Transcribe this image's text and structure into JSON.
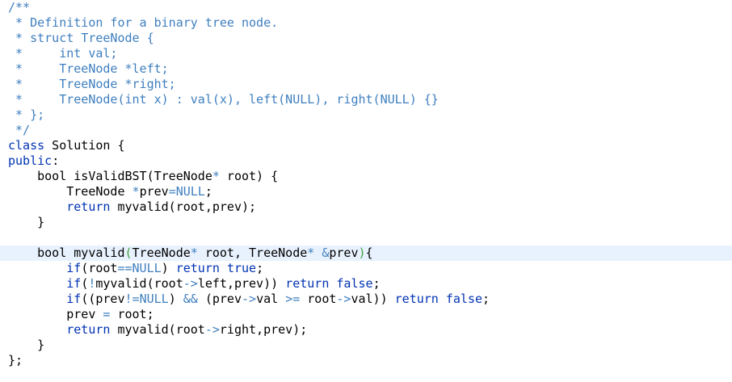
{
  "editor": {
    "colors": {
      "background": "#ffffff",
      "current_line": "#e8f2fe",
      "comment": "#3f7fbf",
      "keyword": "#0033b3",
      "plain": "#000000",
      "matching_bracket": "#3fa03f"
    },
    "current_line_index": 16,
    "lines": [
      [
        {
          "k": "comment",
          "t": "/**"
        }
      ],
      [
        {
          "k": "comment",
          "t": " * Definition for a binary tree node."
        }
      ],
      [
        {
          "k": "comment",
          "t": " * struct TreeNode {"
        }
      ],
      [
        {
          "k": "comment",
          "t": " *     int val;"
        }
      ],
      [
        {
          "k": "comment",
          "t": " *     TreeNode *left;"
        }
      ],
      [
        {
          "k": "comment",
          "t": " *     TreeNode *right;"
        }
      ],
      [
        {
          "k": "comment",
          "t": " *     TreeNode(int x) : val(x), left(NULL), right(NULL) {}"
        }
      ],
      [
        {
          "k": "comment",
          "t": " * };"
        }
      ],
      [
        {
          "k": "comment",
          "t": " */"
        }
      ],
      [
        {
          "k": "keyword",
          "t": "class"
        },
        {
          "k": "plain",
          "t": " Solution {"
        }
      ],
      [
        {
          "k": "keyword",
          "t": "public"
        },
        {
          "k": "plain",
          "t": ":"
        }
      ],
      [
        {
          "k": "plain",
          "t": "    bool isValidBST(TreeNode"
        },
        {
          "k": "op",
          "t": "*"
        },
        {
          "k": "plain",
          "t": " root) {"
        }
      ],
      [
        {
          "k": "plain",
          "t": "        TreeNode "
        },
        {
          "k": "op",
          "t": "*"
        },
        {
          "k": "plain",
          "t": "prev"
        },
        {
          "k": "op",
          "t": "="
        },
        {
          "k": "literal",
          "t": "NULL"
        },
        {
          "k": "plain",
          "t": ";"
        }
      ],
      [
        {
          "k": "plain",
          "t": "        "
        },
        {
          "k": "keyword",
          "t": "return"
        },
        {
          "k": "plain",
          "t": " myvalid(root,prev);"
        }
      ],
      [
        {
          "k": "plain",
          "t": "    }"
        }
      ],
      [
        {
          "k": "plain",
          "t": ""
        }
      ],
      [
        {
          "k": "plain",
          "t": "    bool myvalid"
        },
        {
          "k": "bracket",
          "t": "("
        },
        {
          "k": "plain",
          "t": "TreeNode"
        },
        {
          "k": "op",
          "t": "*"
        },
        {
          "k": "plain",
          "t": " root, TreeNode"
        },
        {
          "k": "op",
          "t": "*"
        },
        {
          "k": "plain",
          "t": " "
        },
        {
          "k": "op",
          "t": "&"
        },
        {
          "k": "plain",
          "t": "prev"
        },
        {
          "k": "bracket",
          "t": ")"
        },
        {
          "k": "plain",
          "t": "{"
        }
      ],
      [
        {
          "k": "plain",
          "t": "        "
        },
        {
          "k": "keyword",
          "t": "if"
        },
        {
          "k": "plain",
          "t": "(root"
        },
        {
          "k": "op",
          "t": "=="
        },
        {
          "k": "literal",
          "t": "NULL"
        },
        {
          "k": "plain",
          "t": ") "
        },
        {
          "k": "keyword",
          "t": "return"
        },
        {
          "k": "plain",
          "t": " "
        },
        {
          "k": "keyword",
          "t": "true"
        },
        {
          "k": "plain",
          "t": ";"
        }
      ],
      [
        {
          "k": "plain",
          "t": "        "
        },
        {
          "k": "keyword",
          "t": "if"
        },
        {
          "k": "plain",
          "t": "("
        },
        {
          "k": "op",
          "t": "!"
        },
        {
          "k": "plain",
          "t": "myvalid(root"
        },
        {
          "k": "op",
          "t": "->"
        },
        {
          "k": "plain",
          "t": "left,prev)) "
        },
        {
          "k": "keyword",
          "t": "return"
        },
        {
          "k": "plain",
          "t": " "
        },
        {
          "k": "keyword",
          "t": "false"
        },
        {
          "k": "plain",
          "t": ";"
        }
      ],
      [
        {
          "k": "plain",
          "t": "        "
        },
        {
          "k": "keyword",
          "t": "if"
        },
        {
          "k": "plain",
          "t": "((prev"
        },
        {
          "k": "op",
          "t": "!="
        },
        {
          "k": "literal",
          "t": "NULL"
        },
        {
          "k": "plain",
          "t": ") "
        },
        {
          "k": "op",
          "t": "&&"
        },
        {
          "k": "plain",
          "t": " (prev"
        },
        {
          "k": "op",
          "t": "->"
        },
        {
          "k": "plain",
          "t": "val "
        },
        {
          "k": "op",
          "t": ">="
        },
        {
          "k": "plain",
          "t": " root"
        },
        {
          "k": "op",
          "t": "->"
        },
        {
          "k": "plain",
          "t": "val)) "
        },
        {
          "k": "keyword",
          "t": "return"
        },
        {
          "k": "plain",
          "t": " "
        },
        {
          "k": "keyword",
          "t": "false"
        },
        {
          "k": "plain",
          "t": ";"
        }
      ],
      [
        {
          "k": "plain",
          "t": "        prev "
        },
        {
          "k": "op",
          "t": "="
        },
        {
          "k": "plain",
          "t": " root;"
        }
      ],
      [
        {
          "k": "plain",
          "t": "        "
        },
        {
          "k": "keyword",
          "t": "return"
        },
        {
          "k": "plain",
          "t": " myvalid(root"
        },
        {
          "k": "op",
          "t": "->"
        },
        {
          "k": "plain",
          "t": "right,prev);"
        }
      ],
      [
        {
          "k": "plain",
          "t": "    }"
        }
      ],
      [
        {
          "k": "plain",
          "t": "};"
        }
      ]
    ]
  }
}
